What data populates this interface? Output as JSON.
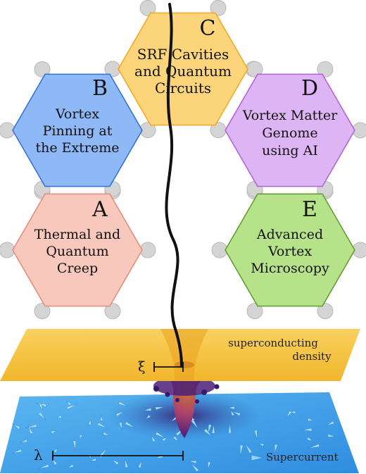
{
  "hexagons": [
    {
      "id": "A",
      "letter": "A",
      "lines": [
        "Thermal and",
        "Quantum",
        "Creep"
      ],
      "fill": "#f8c8bc",
      "stroke": "#e58a79"
    },
    {
      "id": "B",
      "letter": "B",
      "lines": [
        "Vortex",
        "Pinning at",
        "the Extreme"
      ],
      "fill": "#8fb8f6",
      "stroke": "#2e6fd8"
    },
    {
      "id": "C",
      "letter": "C",
      "lines": [
        "SRF Cavities",
        "and Quantum",
        "Circuits"
      ],
      "fill": "#fcd47a",
      "stroke": "#f2a623"
    },
    {
      "id": "D",
      "letter": "D",
      "lines": [
        "Vortex Matter",
        "Genome",
        "using AI"
      ],
      "fill": "#deb5f4",
      "stroke": "#b15fdb"
    },
    {
      "id": "E",
      "letter": "E",
      "lines": [
        "Advanced",
        "Vortex",
        "Microscopy"
      ],
      "fill": "#b6e28a",
      "stroke": "#5e9b2d"
    }
  ],
  "labels": {
    "density_line1": "superconducting",
    "density_line2": "density",
    "xi": "ξ",
    "lambda": "λ",
    "supercurrent": "Supercurrent"
  },
  "colors": {
    "yellow_plane": "#f7c640",
    "blue_plane": "#4aa6ea",
    "vortex_line": "#111111",
    "node": "#d4d4d4"
  }
}
